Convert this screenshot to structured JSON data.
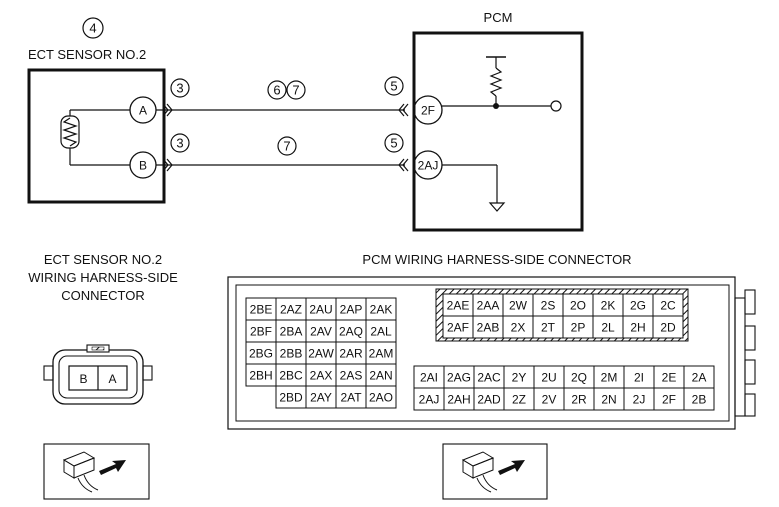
{
  "sensor": {
    "callout": "4",
    "title": "ECT SENSOR NO.2",
    "pin_a": "A",
    "pin_b": "B"
  },
  "pcm": {
    "title": "PCM",
    "pin_2f": "2F",
    "pin_2aj": "2AJ"
  },
  "wires": {
    "sensor_callout_top": "3",
    "sensor_callout_bottom": "3",
    "pcm_callout_top": "5",
    "pcm_callout_bottom": "5",
    "mid_top_1": "6",
    "mid_top_2": "7",
    "mid_bottom": "7"
  },
  "sensor_connector": {
    "title_line1": "ECT SENSOR NO.2",
    "title_line2": "WIRING HARNESS-SIDE",
    "title_line3": "CONNECTOR",
    "pins": [
      "B",
      "A"
    ]
  },
  "pcm_connector": {
    "title": "PCM WIRING HARNESS-SIDE CONNECTOR",
    "left_block": [
      [
        "2BE",
        "2AZ",
        "2AU",
        "2AP",
        "2AK"
      ],
      [
        "2BF",
        "2BA",
        "2AV",
        "2AQ",
        "2AL"
      ],
      [
        "2BG",
        "2BB",
        "2AW",
        "2AR",
        "2AM"
      ],
      [
        "2BH",
        "2BC",
        "2AX",
        "2AS",
        "2AN"
      ],
      [
        "",
        "2BD",
        "2AY",
        "2AT",
        "2AO"
      ]
    ],
    "top_right_block": [
      [
        "2AE",
        "2AA",
        "2W",
        "2S",
        "2O",
        "2K",
        "2G",
        "2C"
      ],
      [
        "2AF",
        "2AB",
        "2X",
        "2T",
        "2P",
        "2L",
        "2H",
        "2D"
      ]
    ],
    "bottom_right_block": [
      [
        "2AI",
        "2AG",
        "2AC",
        "2Y",
        "2U",
        "2Q",
        "2M",
        "2I",
        "2E",
        "2A"
      ],
      [
        "2AJ",
        "2AH",
        "2AD",
        "2Z",
        "2V",
        "2R",
        "2N",
        "2J",
        "2F",
        "2B"
      ]
    ]
  }
}
